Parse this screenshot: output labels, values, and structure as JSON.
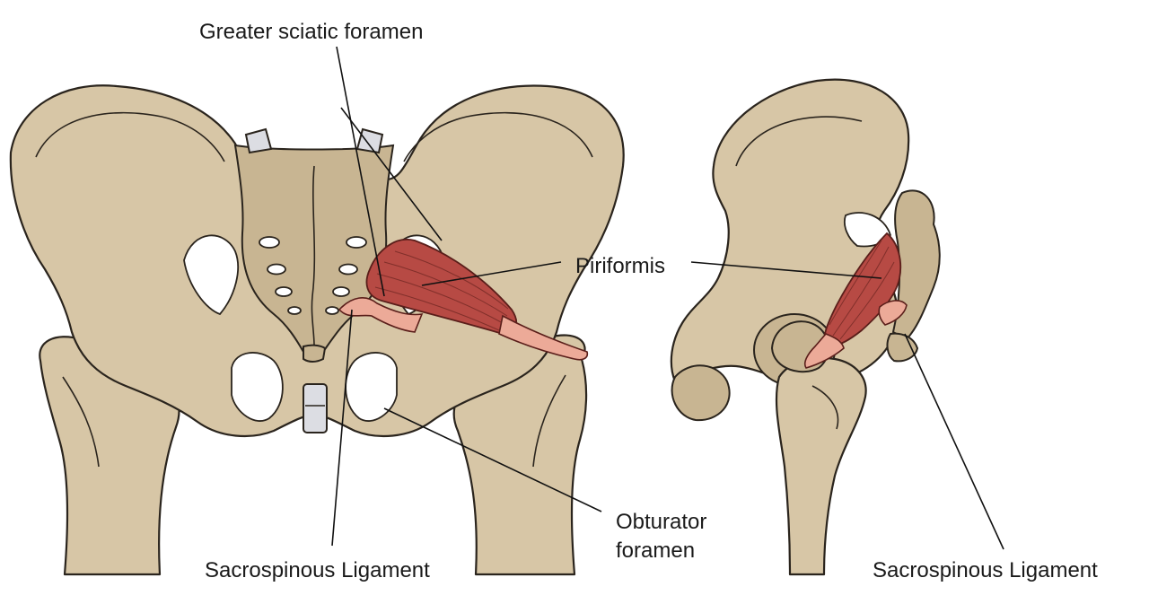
{
  "labels": {
    "greater_sciatic_foramen": "Greater sciatic foramen",
    "piriformis": "Piriformis",
    "obturator_foramen_line1": "Obturator",
    "obturator_foramen_line2": "foramen",
    "sacrospinous_ligament_left": "Sacrospinous Ligament",
    "sacrospinous_ligament_right": "Sacrospinous Ligament"
  },
  "colors": {
    "bone": "#d7c6a6",
    "muscle": "#b74a44",
    "tendon": "#ecaa98",
    "cartilage": "#dcdde3",
    "outline": "#2a241d"
  }
}
